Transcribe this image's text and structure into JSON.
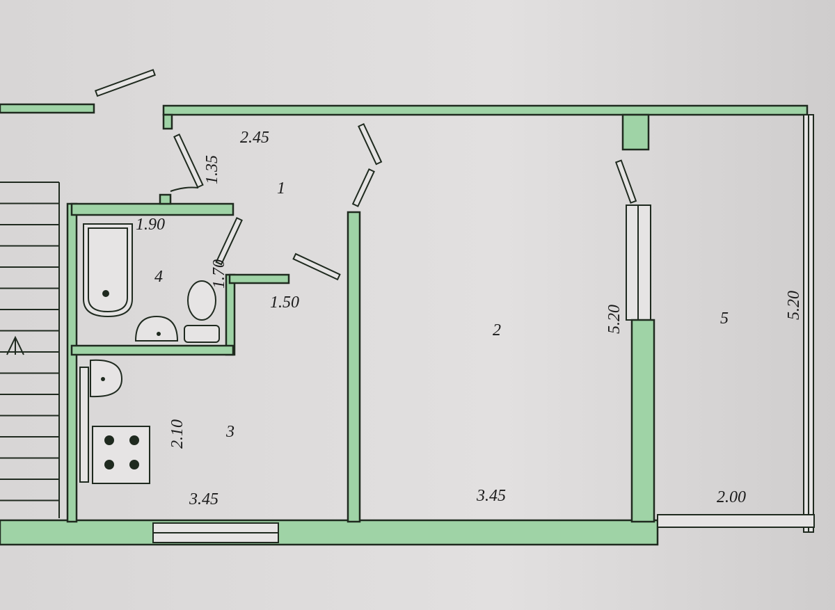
{
  "rooms": [
    {
      "number": "1",
      "dims": [
        "2.45",
        "1.35"
      ]
    },
    {
      "number": "2",
      "dims": [
        "3.45",
        "5.20"
      ]
    },
    {
      "number": "3",
      "dims": [
        "3.45",
        "2.10"
      ]
    },
    {
      "number": "4",
      "dims": [
        "1.90",
        "1.70"
      ]
    },
    {
      "number": "5",
      "dims": [
        "2.00",
        "5.20"
      ]
    }
  ],
  "corridor_dim": "1.50",
  "colors": {
    "wall_fill": "#9fd3a6",
    "outline": "#1f2a1f",
    "paper": "#dedcdc"
  }
}
